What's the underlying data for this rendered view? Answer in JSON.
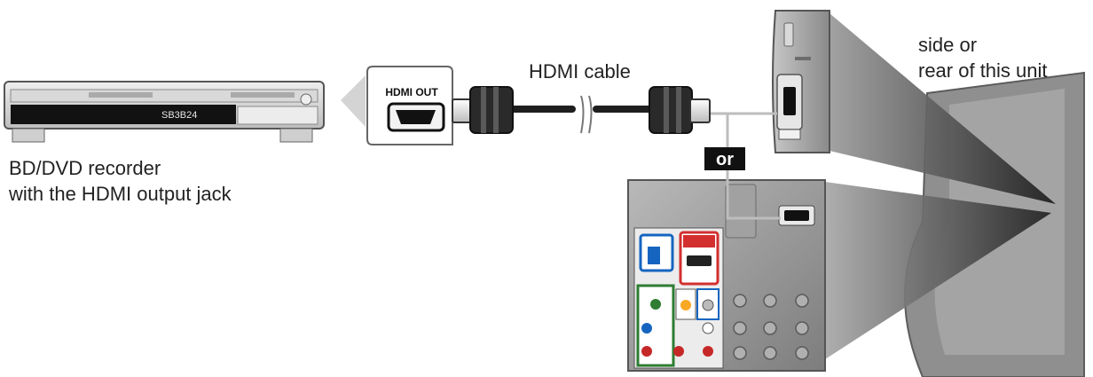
{
  "labels": {
    "hdmi_cable": "HDMI cable",
    "hdmi_out": "HDMI OUT",
    "recorder_line1": "BD/DVD recorder",
    "recorder_line2": "with the HDMI output jack",
    "unit_line1": "side or",
    "unit_line2": "rear of this unit",
    "or_badge": "or",
    "recorder_display": "SB3B24"
  },
  "colors": {
    "cable": "#1f1f1f",
    "connector_grip": "#2a2a2a",
    "panel_grey": "#8d8d8d",
    "or_badge_bg": "#111111",
    "connection_line": "#bdbdbd"
  },
  "icons": {
    "recorder": "bd-dvd-recorder-icon",
    "hdmi_port": "hdmi-port-icon",
    "connector": "hdmi-connector-icon",
    "tv": "tv-rear-panel-icon"
  }
}
